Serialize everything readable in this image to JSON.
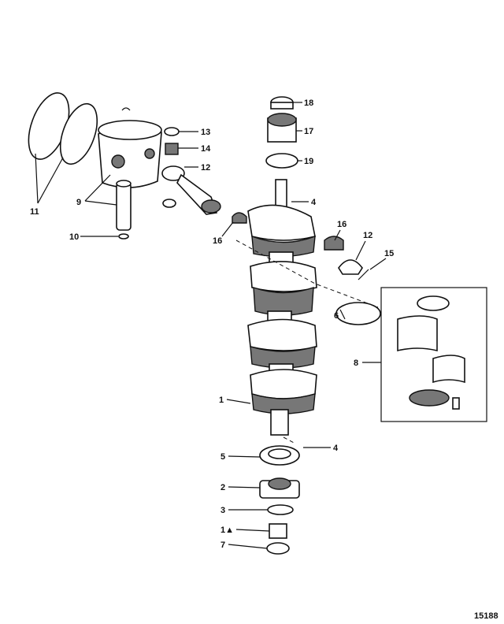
{
  "diagram": {
    "title": "Crankshaft, Pistons and Connecting Rods exploded view",
    "figure_number": "15188",
    "callouts": {
      "c18": "18",
      "c17": "17",
      "c19": "19",
      "c13": "13",
      "c14": "14",
      "c12a": "12",
      "c11": "11",
      "c9": "9",
      "c10": "10",
      "c16a": "16",
      "c4a": "4",
      "c16b": "16",
      "c12b": "12",
      "c15": "15",
      "c6": "6",
      "c8": "8",
      "c1": "1",
      "c4b": "4",
      "c5": "5",
      "c2": "2",
      "c3": "3",
      "c1a": "1▲",
      "c7": "7"
    }
  }
}
